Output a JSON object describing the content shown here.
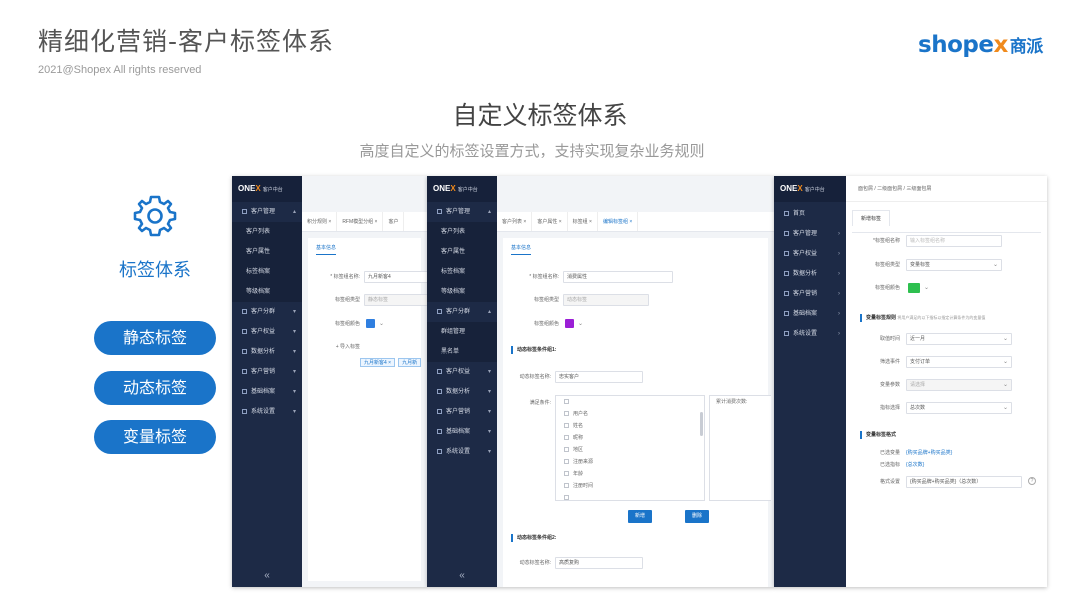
{
  "slide": {
    "title": "精细化营销-客户标签体系",
    "copyright": "2021@Shopex All rights reserved",
    "logo": {
      "shop": "shop",
      "e": "e",
      "x": "x",
      "cn": "商派"
    },
    "section_title": "自定义标签体系",
    "section_subtitle": "高度自定义的标签设置方式，支持实现复杂业务规则"
  },
  "left": {
    "heading": "标签体系",
    "icon": "gear-icon",
    "buttons": [
      "静态标签",
      "动态标签",
      "变量标签"
    ]
  },
  "colors": {
    "brand": "#1a74c9",
    "accent": "#f08a1c",
    "sidebar": "#1d2a46"
  },
  "shot1": {
    "brand": {
      "on": "ON",
      "e": "E",
      "x": "X",
      "title": "客户中台"
    },
    "menu": [
      {
        "label": "客户管理",
        "arrow": "▴",
        "sub": false
      },
      {
        "label": "客户列表",
        "arrow": "",
        "sub": true
      },
      {
        "label": "客户属性",
        "arrow": "",
        "sub": true
      },
      {
        "label": "标签档案",
        "arrow": "",
        "sub": true
      },
      {
        "label": "等级档案",
        "arrow": "",
        "sub": true
      },
      {
        "label": "客户分群",
        "arrow": "▾",
        "sub": false
      },
      {
        "label": "客户权益",
        "arrow": "▾",
        "sub": false
      },
      {
        "label": "数据分析",
        "arrow": "▾",
        "sub": false
      },
      {
        "label": "客户营销",
        "arrow": "▾",
        "sub": false
      },
      {
        "label": "基础档案",
        "arrow": "▾",
        "sub": false
      },
      {
        "label": "系统设置",
        "arrow": "▾",
        "sub": false
      }
    ],
    "collapse": "«",
    "tabs": [
      "积分规则 ×",
      "RFM模型分组 ×",
      "客户"
    ],
    "subtab": "基本信息",
    "fields": {
      "name_label": "* 标签组名称:",
      "name_value": "九月新客4",
      "type_label": "标签组类型",
      "type_value": "静态标签",
      "color_label": "标签组颜色",
      "import_label": "+ 导入标签",
      "chips": [
        "九月新客4 ×",
        "九月新"
      ]
    }
  },
  "shot2": {
    "brand": {
      "on": "ON",
      "e": "E",
      "x": "X",
      "title": "客户中台"
    },
    "menu": [
      {
        "label": "客户管理",
        "arrow": "▴",
        "sub": false
      },
      {
        "label": "客户列表",
        "arrow": "",
        "sub": true
      },
      {
        "label": "客户属性",
        "arrow": "",
        "sub": true
      },
      {
        "label": "标签档案",
        "arrow": "",
        "sub": true
      },
      {
        "label": "等级档案",
        "arrow": "",
        "sub": true
      },
      {
        "label": "客户分群",
        "arrow": "▴",
        "sub": false
      },
      {
        "label": "群组管理",
        "arrow": "",
        "sub": true
      },
      {
        "label": "黑名单",
        "arrow": "",
        "sub": true
      },
      {
        "label": "客户权益",
        "arrow": "▾",
        "sub": false
      },
      {
        "label": "数据分析",
        "arrow": "▾",
        "sub": false
      },
      {
        "label": "客户营销",
        "arrow": "▾",
        "sub": false
      },
      {
        "label": "基础档案",
        "arrow": "▾",
        "sub": false
      },
      {
        "label": "系统设置",
        "arrow": "▾",
        "sub": false
      }
    ],
    "collapse": "«",
    "tabs": [
      "客户列表 ×",
      "客户属性 ×",
      "标签组 ×",
      "编辑标签组 ×"
    ],
    "subtab": "基本信息",
    "fields": {
      "name_label": "* 标签组名称:",
      "name_value": "消费属性",
      "type_label": "标签组类型",
      "type_value": "动态标签",
      "color_label": "标签组颜色",
      "sec1": "动态标签条件组1:",
      "tag_name_label": "动态标签名称:",
      "tag_name_value": "忠实客户",
      "cond_label": "满足条件:",
      "options": [
        "",
        "用户名",
        "姓名",
        "昵称",
        "地区",
        "注册来源",
        "年龄",
        "注册时间",
        ""
      ],
      "stat_label": "累计消费次数:",
      "add_btn": "新增",
      "del_btn": "删除",
      "sec2": "动态标签条件组2:",
      "tag_name2_value": "高质复购",
      "cond2_label": ""
    }
  },
  "shot3": {
    "brand": {
      "on": "ON",
      "e": "E",
      "x": "X",
      "title": "客户中台"
    },
    "menu": [
      {
        "label": "首页",
        "arrow": "",
        "sub": false
      },
      {
        "label": "客户管理",
        "arrow": "›",
        "sub": false
      },
      {
        "label": "客户权益",
        "arrow": "›",
        "sub": false
      },
      {
        "label": "数据分析",
        "arrow": "›",
        "sub": false
      },
      {
        "label": "客户营销",
        "arrow": "›",
        "sub": false
      },
      {
        "label": "基础档案",
        "arrow": "›",
        "sub": false
      },
      {
        "label": "系统设置",
        "arrow": "›",
        "sub": false
      }
    ],
    "breadcrumb": "面包屑 / 二级面包屑 / 三级面包屑",
    "tab": "新增标签",
    "fields": {
      "name_label": "*标签组名称",
      "name_placeholder": "输入标签组名称",
      "type_label": "标签组类型",
      "type_value": "变量标签",
      "color_label": "标签组颜色",
      "rule_title": "变量标签规则",
      "rule_hint": "将用户满足的以下指标以指定计算条件为的变量值",
      "time_label": "取值时间",
      "time_value": "近一月",
      "event_label": "筛选事件",
      "event_value": "支付订单",
      "param_label": "变量参数",
      "param_value": "请选择",
      "metric_label": "指标选择",
      "metric_value": "总次数",
      "format_title": "变量标签格式",
      "chosen_label": "已选变量",
      "chosen_value": "{购买品牌+购买品类}",
      "metric2_label": "已选指标",
      "metric2_value": "{总次数}",
      "fmt_label": "格式设置",
      "fmt_value": "{购买品牌+购买品类}（总次数）",
      "help": "?"
    }
  }
}
